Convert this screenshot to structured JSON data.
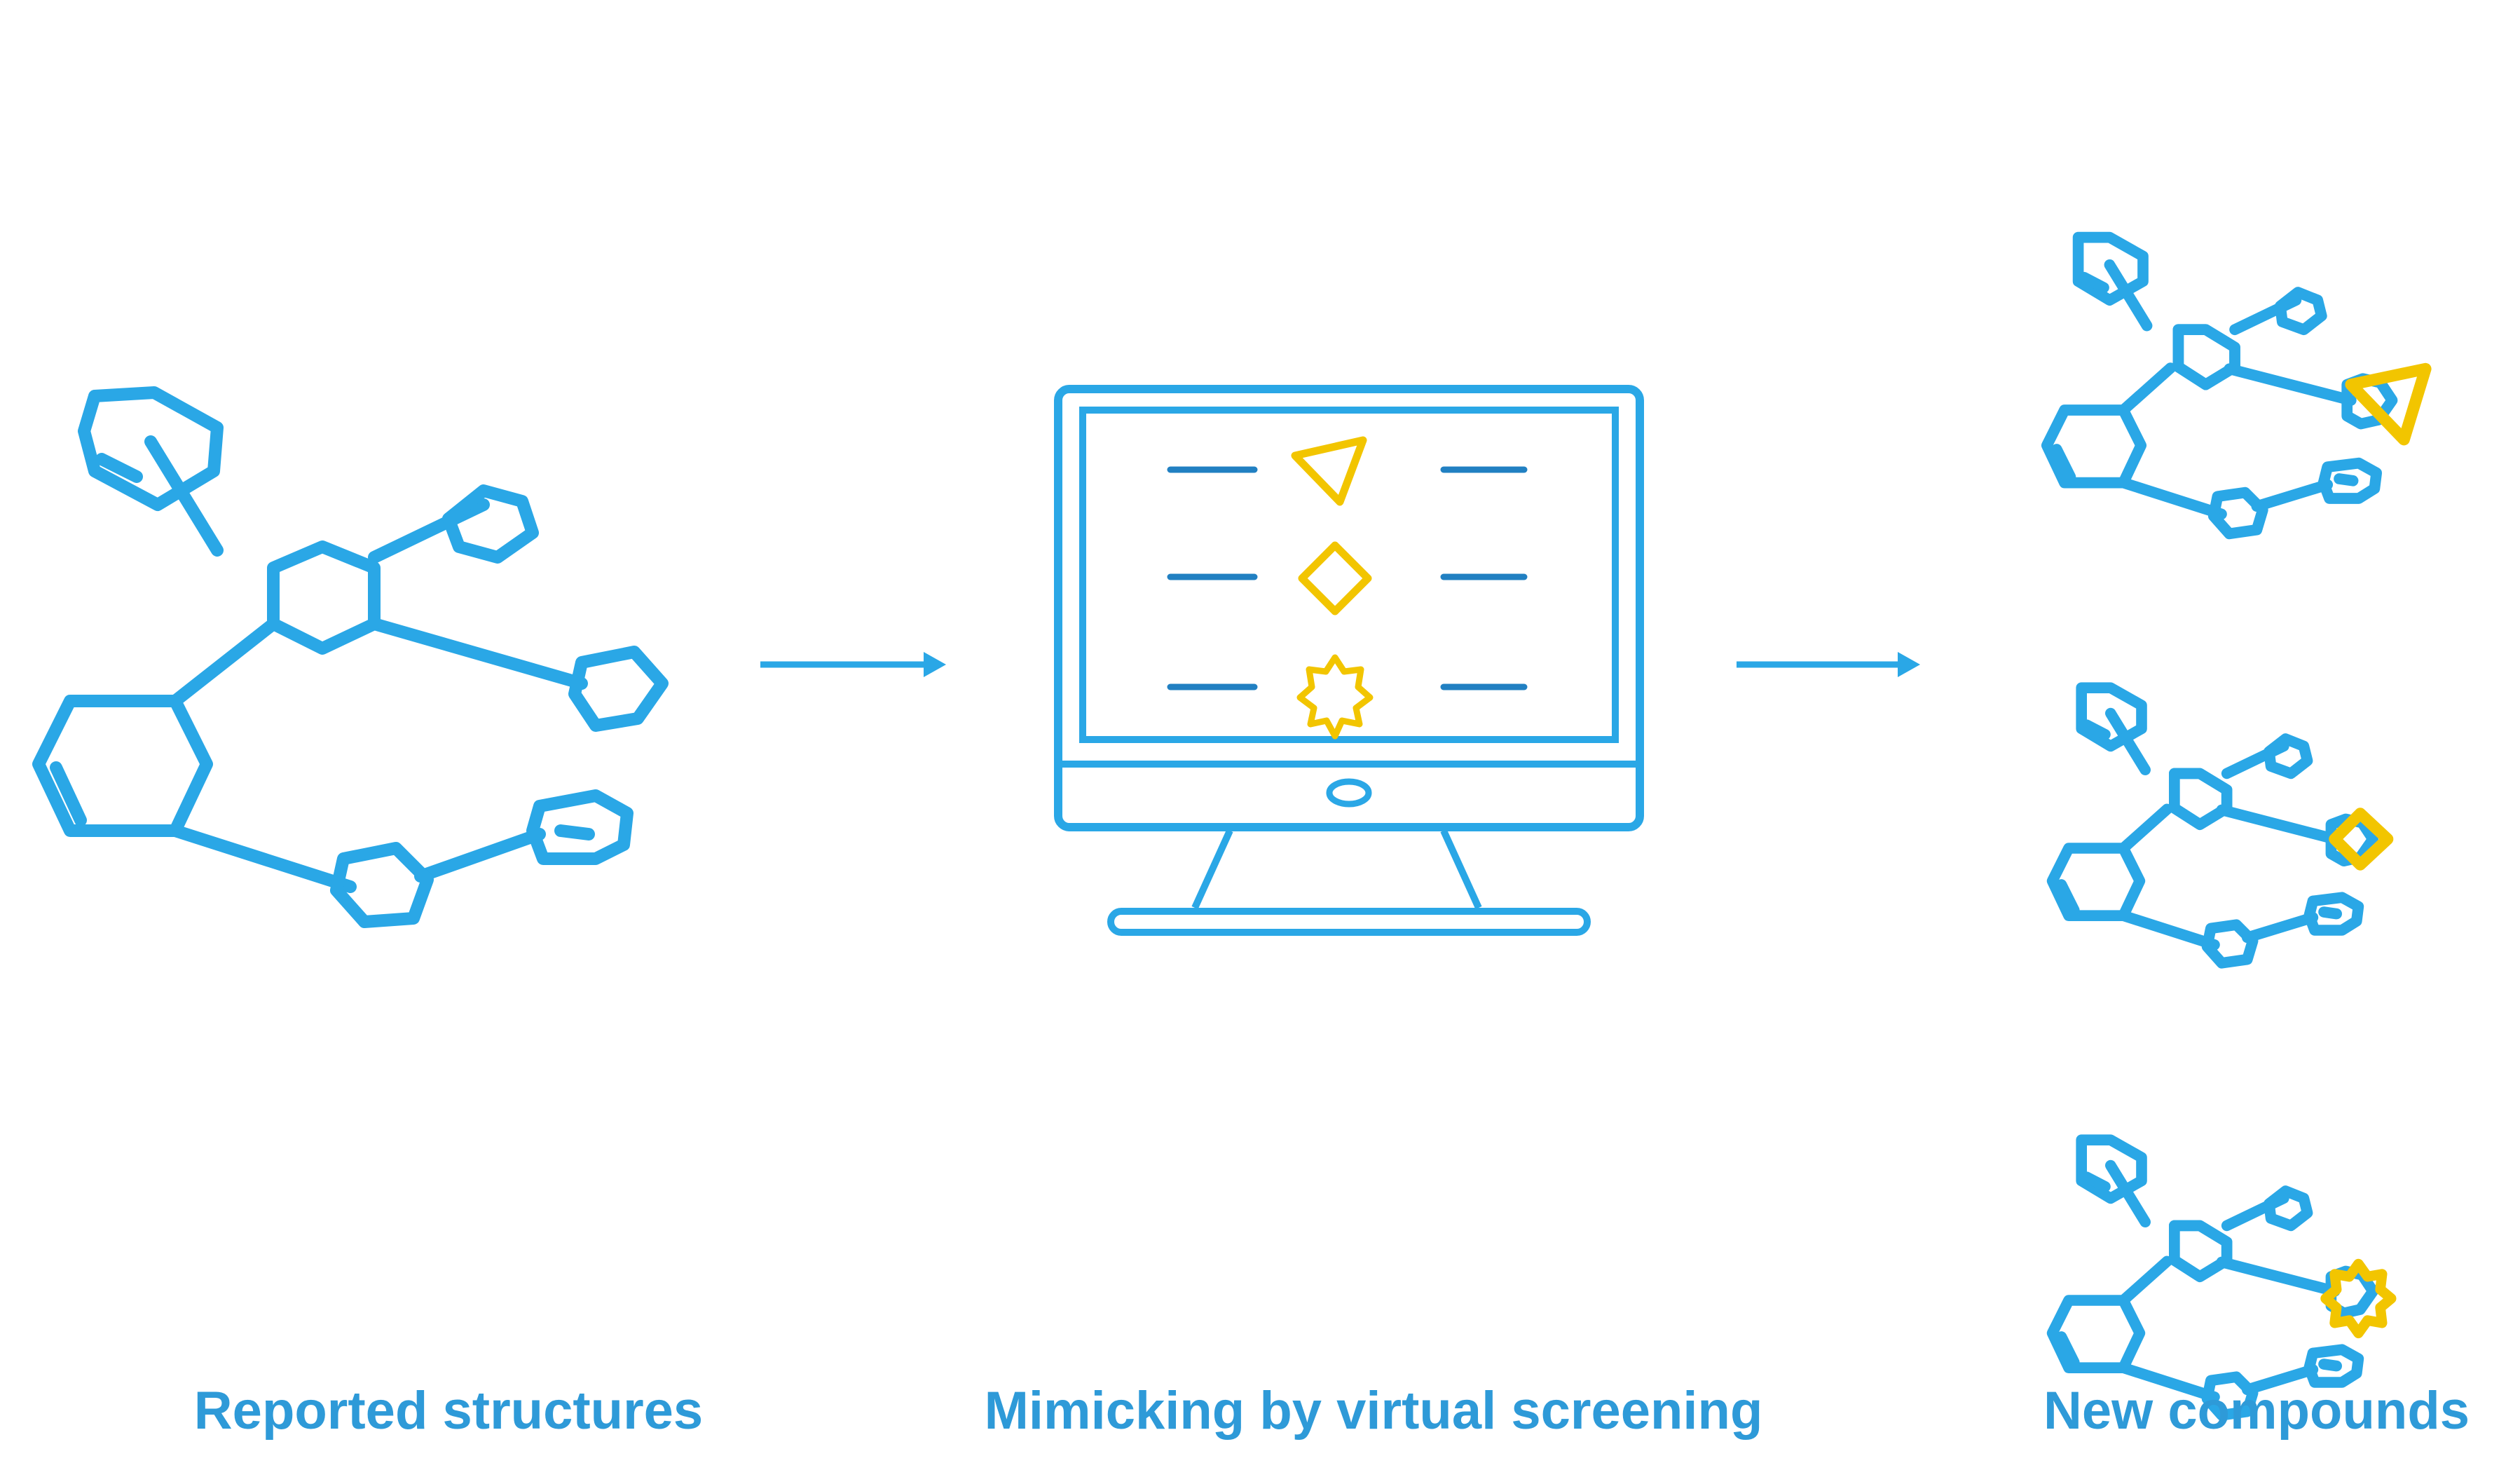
{
  "labels": {
    "left": "Reported structures",
    "middle": "Mimicking by virtual screening",
    "right": "New compounds"
  },
  "colors": {
    "molecule": "#2aa7e6",
    "arrow": "#2aa7e6",
    "label_text": "#2e9ad8",
    "monitor": "#2aa7e6",
    "monitor_lines": "#2180c2",
    "substituent": "#f2c500"
  },
  "icons": {
    "source_molecule": "molecule-icon",
    "computer": "monitor-icon",
    "substituents": [
      "triangle-icon",
      "diamond-icon",
      "star-icon"
    ]
  }
}
